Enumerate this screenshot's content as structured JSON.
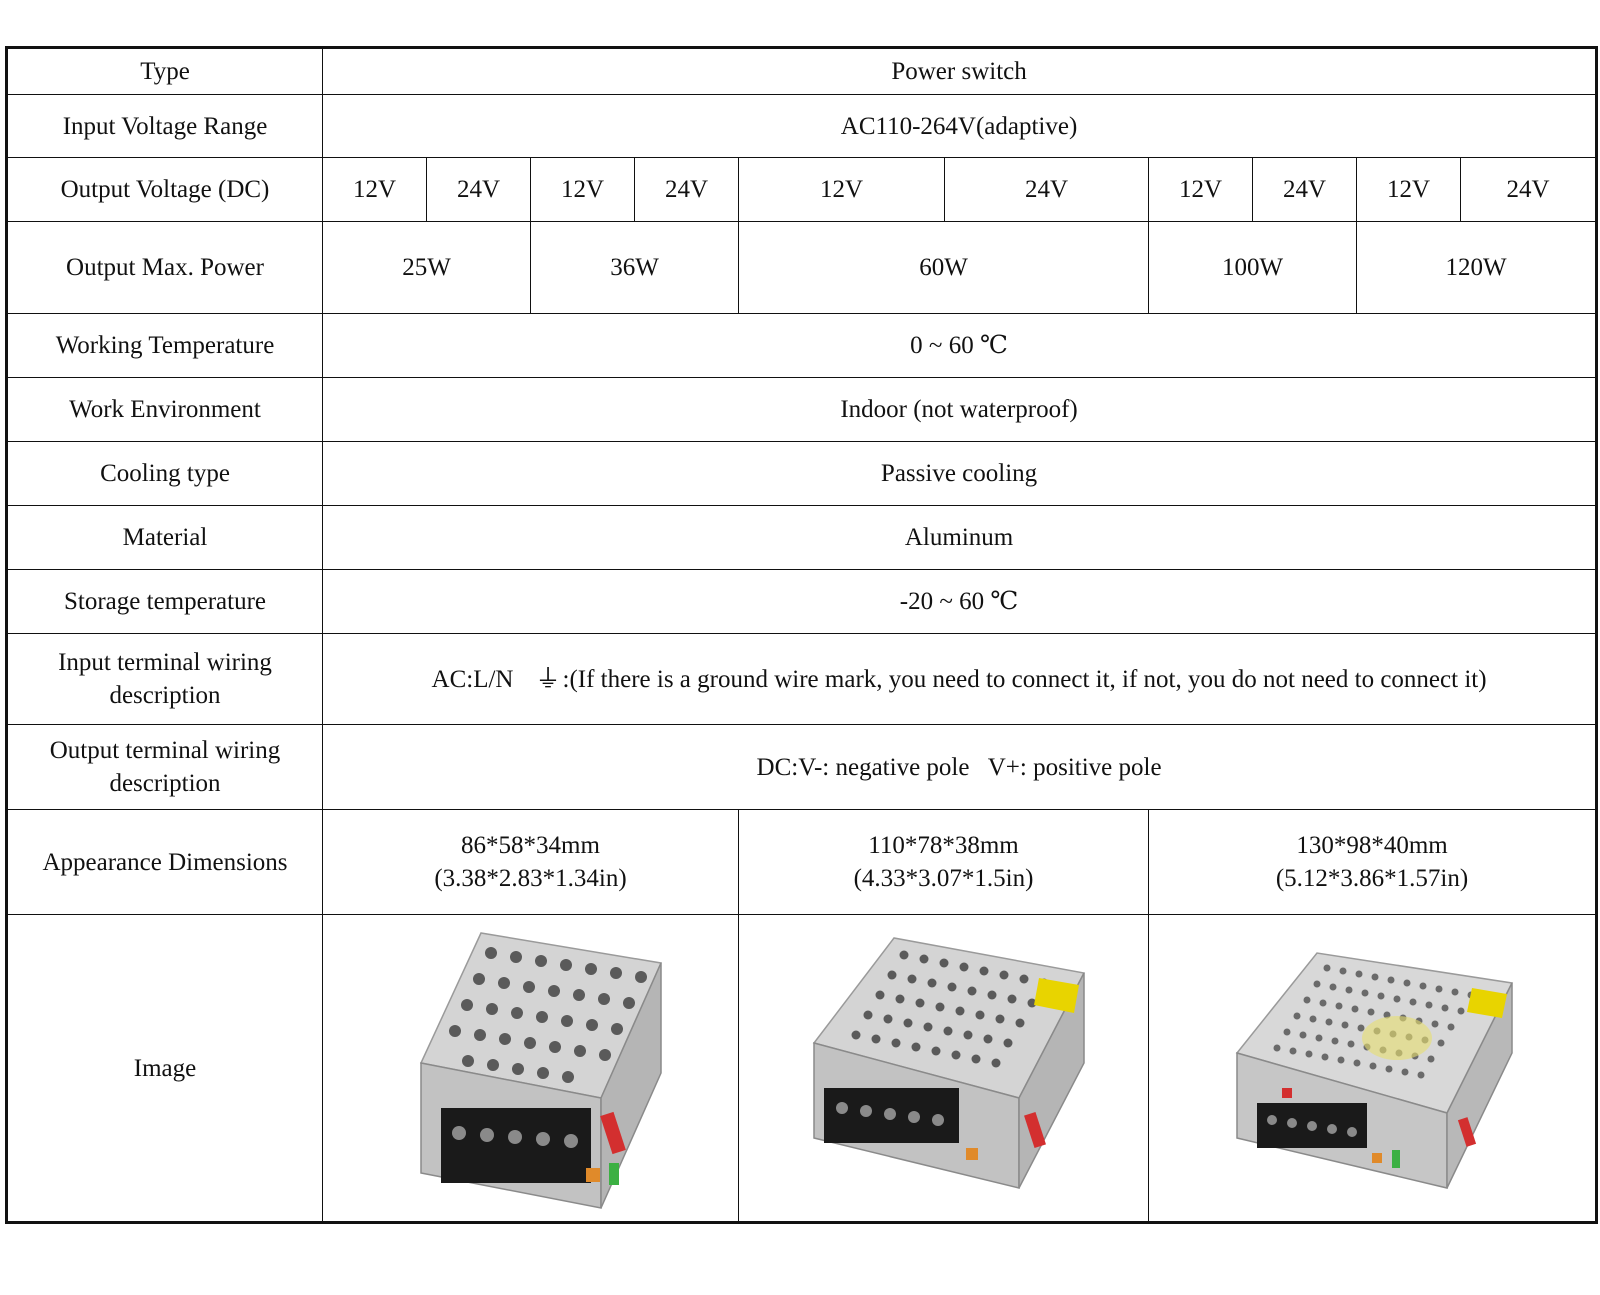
{
  "rows": {
    "type": {
      "label": "Type",
      "value": "Power switch"
    },
    "input_voltage": {
      "label": "Input Voltage Range",
      "value": "AC110-264V(adaptive)"
    },
    "output_voltage": {
      "label": "Output Voltage (DC)",
      "values": [
        "12V",
        "24V",
        "12V",
        "24V",
        "12V",
        "24V",
        "12V",
        "24V",
        "12V",
        "24V"
      ]
    },
    "output_power": {
      "label": "Output Max. Power",
      "values": [
        "25W",
        "36W",
        "60W",
        "100W",
        "120W"
      ]
    },
    "working_temp": {
      "label": "Working Temperature",
      "value": "0 ~ 60 ℃"
    },
    "work_env": {
      "label": "Work Environment",
      "value": "Indoor (not waterproof)"
    },
    "cooling": {
      "label": "Cooling type",
      "value": "Passive cooling"
    },
    "material": {
      "label": "Material",
      "value": "Aluminum"
    },
    "storage_temp": {
      "label": "Storage temperature",
      "value": "-20 ~ 60 ℃"
    },
    "input_wiring": {
      "label_1": "Input terminal wiring",
      "label_2": "description",
      "value_prefix": "AC:L/N",
      "ground_symbol": "⏚",
      "value_suffix": ":(If there is a ground wire mark, you need to connect it, if not, you do not need to connect it)"
    },
    "output_wiring": {
      "label_1": "Output terminal wiring",
      "label_2": "description",
      "value": "DC:V-: negative pole   V+: positive pole"
    },
    "dimensions": {
      "label": "Appearance Dimensions",
      "values": [
        {
          "mm": "86*58*34mm",
          "in": "(3.38*2.83*1.34in)"
        },
        {
          "mm": "110*78*38mm",
          "in": "(4.33*3.07*1.5in)"
        },
        {
          "mm": "130*98*40mm",
          "in": "(5.12*3.86*1.57in)"
        }
      ]
    },
    "image": {
      "label": "Image"
    }
  },
  "colors": {
    "border": "#111111",
    "metal": "#c9c9c9",
    "terminal": "#1a1a1a",
    "label_red": "#d32f2f",
    "label_yellow": "#e8d400"
  },
  "icons": [
    "power-supply-small-image",
    "power-supply-medium-image",
    "power-supply-large-image"
  ]
}
